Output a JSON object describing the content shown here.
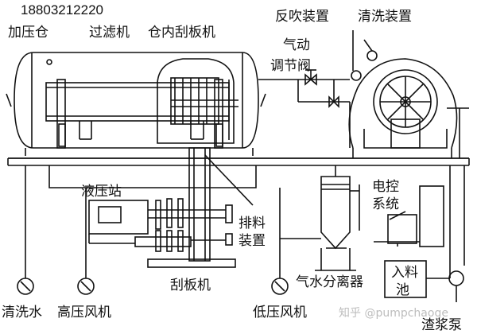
{
  "header": {
    "phone": "18803212220"
  },
  "labels": {
    "pressure_tank": "加压仓",
    "filter": "过滤机",
    "scraper_in_tank": "仓内刮板机",
    "backblow_device": "反吹装置",
    "wash_device": "清洗装置",
    "pneumatic_1": "气动",
    "pneumatic_2": "调节阀",
    "hydraulic_station": "液压站",
    "electric_control_1": "电控",
    "electric_control_2": "系统",
    "discharge_1": "排料",
    "discharge_2": "装置",
    "scraper": "刮板机",
    "gas_water_separator": "气水分离器",
    "feed_tank_1": "入料",
    "feed_tank_2": "池",
    "wash_water": "清洗水",
    "high_pressure_fan": "高压风机",
    "low_pressure_fan": "低压风机",
    "slurry_pump": "渣浆泵"
  },
  "watermark": {
    "text": "知乎 @pumpchaoge"
  }
}
